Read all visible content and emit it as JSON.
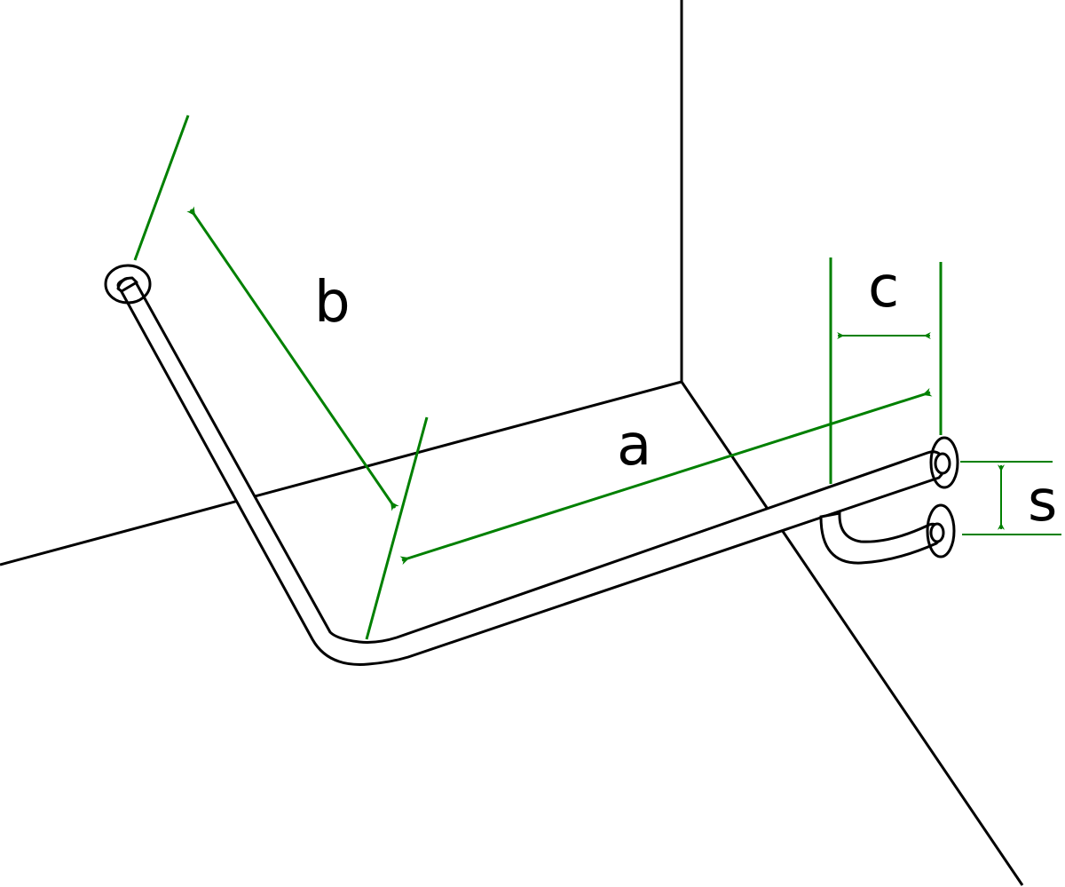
{
  "labels": {
    "a": "a",
    "b": "b",
    "c": "c",
    "s": "s"
  },
  "colors": {
    "outline": "#000000",
    "dimension": "#008000",
    "background": "#ffffff"
  }
}
